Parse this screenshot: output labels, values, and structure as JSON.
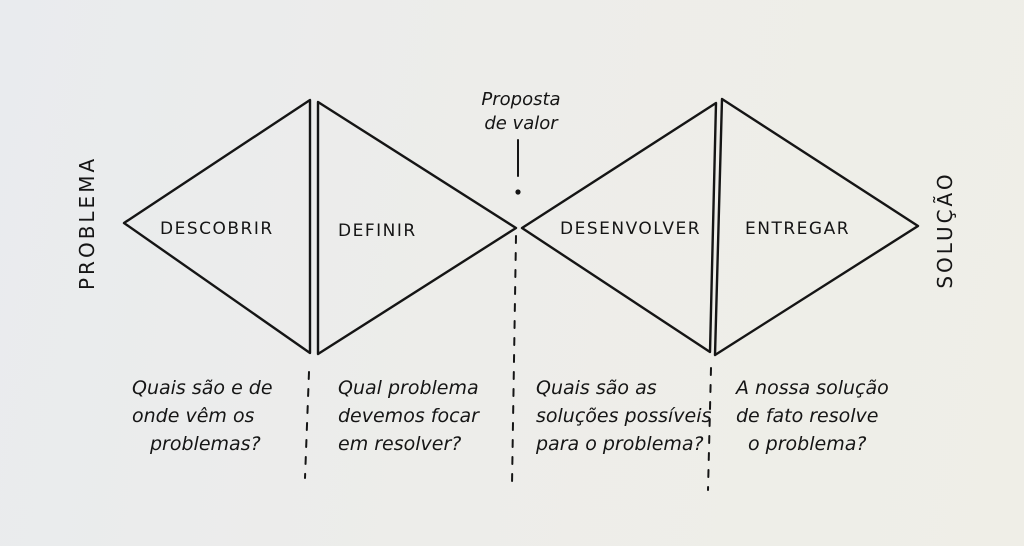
{
  "left_label": "PROBLEMA",
  "right_label": "SOLUÇÃO",
  "milestone": {
    "line1": "Proposta",
    "line2": "de valor"
  },
  "phases": [
    {
      "label": "DESCOBRIR",
      "question": [
        "Quais são e de",
        "onde vêm os",
        "problemas?"
      ]
    },
    {
      "label": "DEFINIR",
      "question": [
        "Qual problema",
        "devemos focar",
        "em resolver?"
      ]
    },
    {
      "label": "DESENVOLVER",
      "question": [
        "Quais são as",
        "soluções possíveis",
        "para o problema?"
      ]
    },
    {
      "label": "ENTREGAR",
      "question": [
        "A nossa solução",
        "de fato resolve",
        "o problema?"
      ]
    }
  ]
}
